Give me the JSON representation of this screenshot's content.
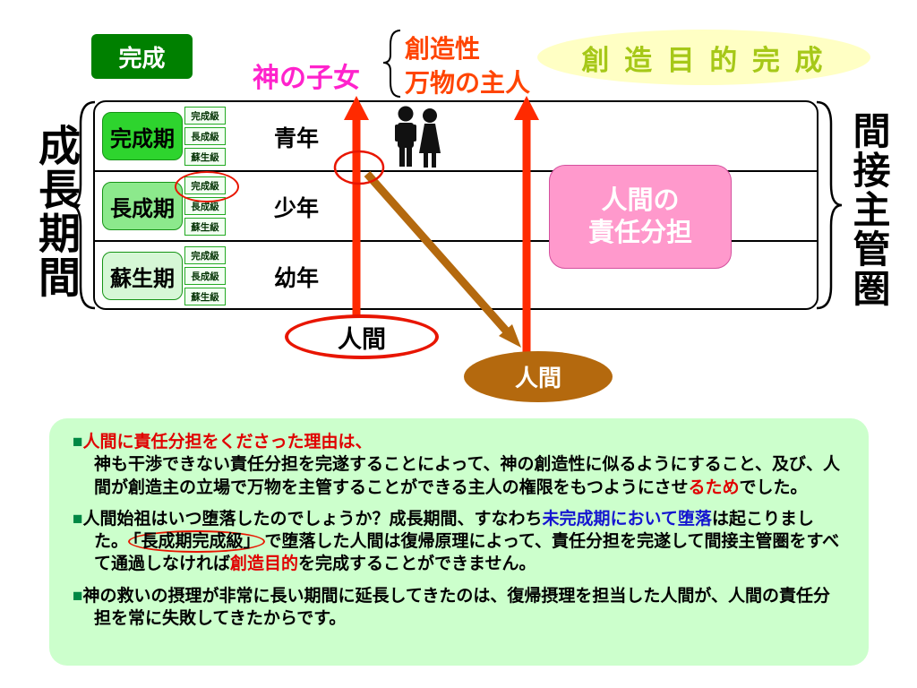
{
  "slide": {
    "top": {
      "complete_badge": "完成",
      "children_of_god": "神の子女",
      "creativity": "創造性",
      "lord_of_all_things": "万物の主人",
      "creation_purpose_complete": "創 造 目 的 完 成"
    },
    "left_axis": "成長期間",
    "right_axis": "間接主管圏",
    "table": {
      "rows": [
        {
          "period": "完成期",
          "levels": [
            "完成級",
            "長成級",
            "蘇生級"
          ],
          "age": "青年"
        },
        {
          "period": "長成期",
          "levels": [
            "完成級",
            "長成級",
            "蘇生級"
          ],
          "age": "少年"
        },
        {
          "period": "蘇生期",
          "levels": [
            "完成級",
            "長成級",
            "蘇生級"
          ],
          "age": "幼年"
        }
      ]
    },
    "callouts": {
      "responsibility_box": {
        "line1": "人間の",
        "line2": "責任分担"
      },
      "human_red_ellipse": "人間",
      "human_brown_ellipse": "人間"
    },
    "notes": {
      "bullet_marker": "■",
      "bullet1": {
        "s0": "人間に責任分担をくださった理由は、",
        "s1": "神も干渉できない責任分担を完遂することによって、神の創造性に似るようにすること、及び、人間が創造主の立場で万物を主管することができる主人の権限をもつようにさせ",
        "s2": "るため",
        "s3": "でした。"
      },
      "bullet2": {
        "s0": "人間始祖はいつ堕落したのでしょうか？成長期間、すなわち",
        "s1": "未完成期において堕落",
        "s2": "は起こりました。",
        "s3": "「長成期完成級」",
        "s4": "で堕落した人間は復帰原理によって、責任分担を完遂して間接主管圏をすべて通過しなければ",
        "s5": "創造目的",
        "s6": "を完成することができません。"
      },
      "bullet3": {
        "s0": "神の救いの摂理が非常に長い期間に延長してきたのは、復帰摂理を担当した人間が、人間の責任分担を常に失敗してきたからです。"
      }
    },
    "colors": {
      "badge_green": "#008000",
      "period_completion_green": "#2ed42e",
      "period_growth_green": "#8ce98c",
      "period_formation_green": "#d6f7d6",
      "pink_box": "#ff99cc",
      "arrow_red": "#ff2a00",
      "arrow_brown": "#b4690e",
      "panel_green": "#ccffcc",
      "highlight_yellow": "#ffffc4",
      "purpose_text_green": "#a6c818",
      "magenta_text": "#ff22cc",
      "orange_text": "#ff4400"
    }
  }
}
